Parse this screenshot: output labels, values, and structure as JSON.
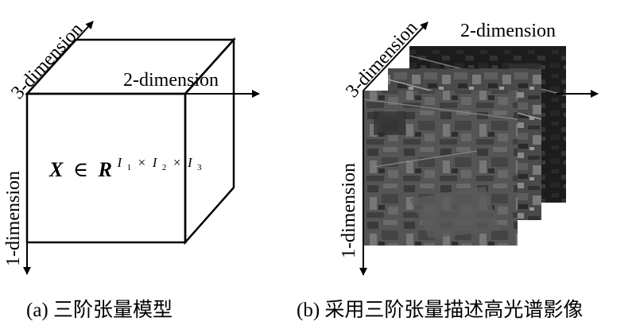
{
  "panel_a": {
    "axis_1": "1-dimension",
    "axis_2": "2-dimension",
    "axis_3": "3-dimension",
    "formula": {
      "var": "X",
      "in": "∈",
      "set": "R",
      "i1": "I",
      "s1": "1",
      "times1": "×",
      "i2": "I",
      "s2": "2",
      "times2": "×",
      "i3": "I",
      "s3": "3"
    },
    "caption": "(a) 三阶张量模型"
  },
  "panel_b": {
    "axis_1": "1-dimension",
    "axis_2": "2-dimension",
    "axis_3": "3-dimension",
    "caption": "(b) 采用三阶张量描述高光谱影像"
  }
}
